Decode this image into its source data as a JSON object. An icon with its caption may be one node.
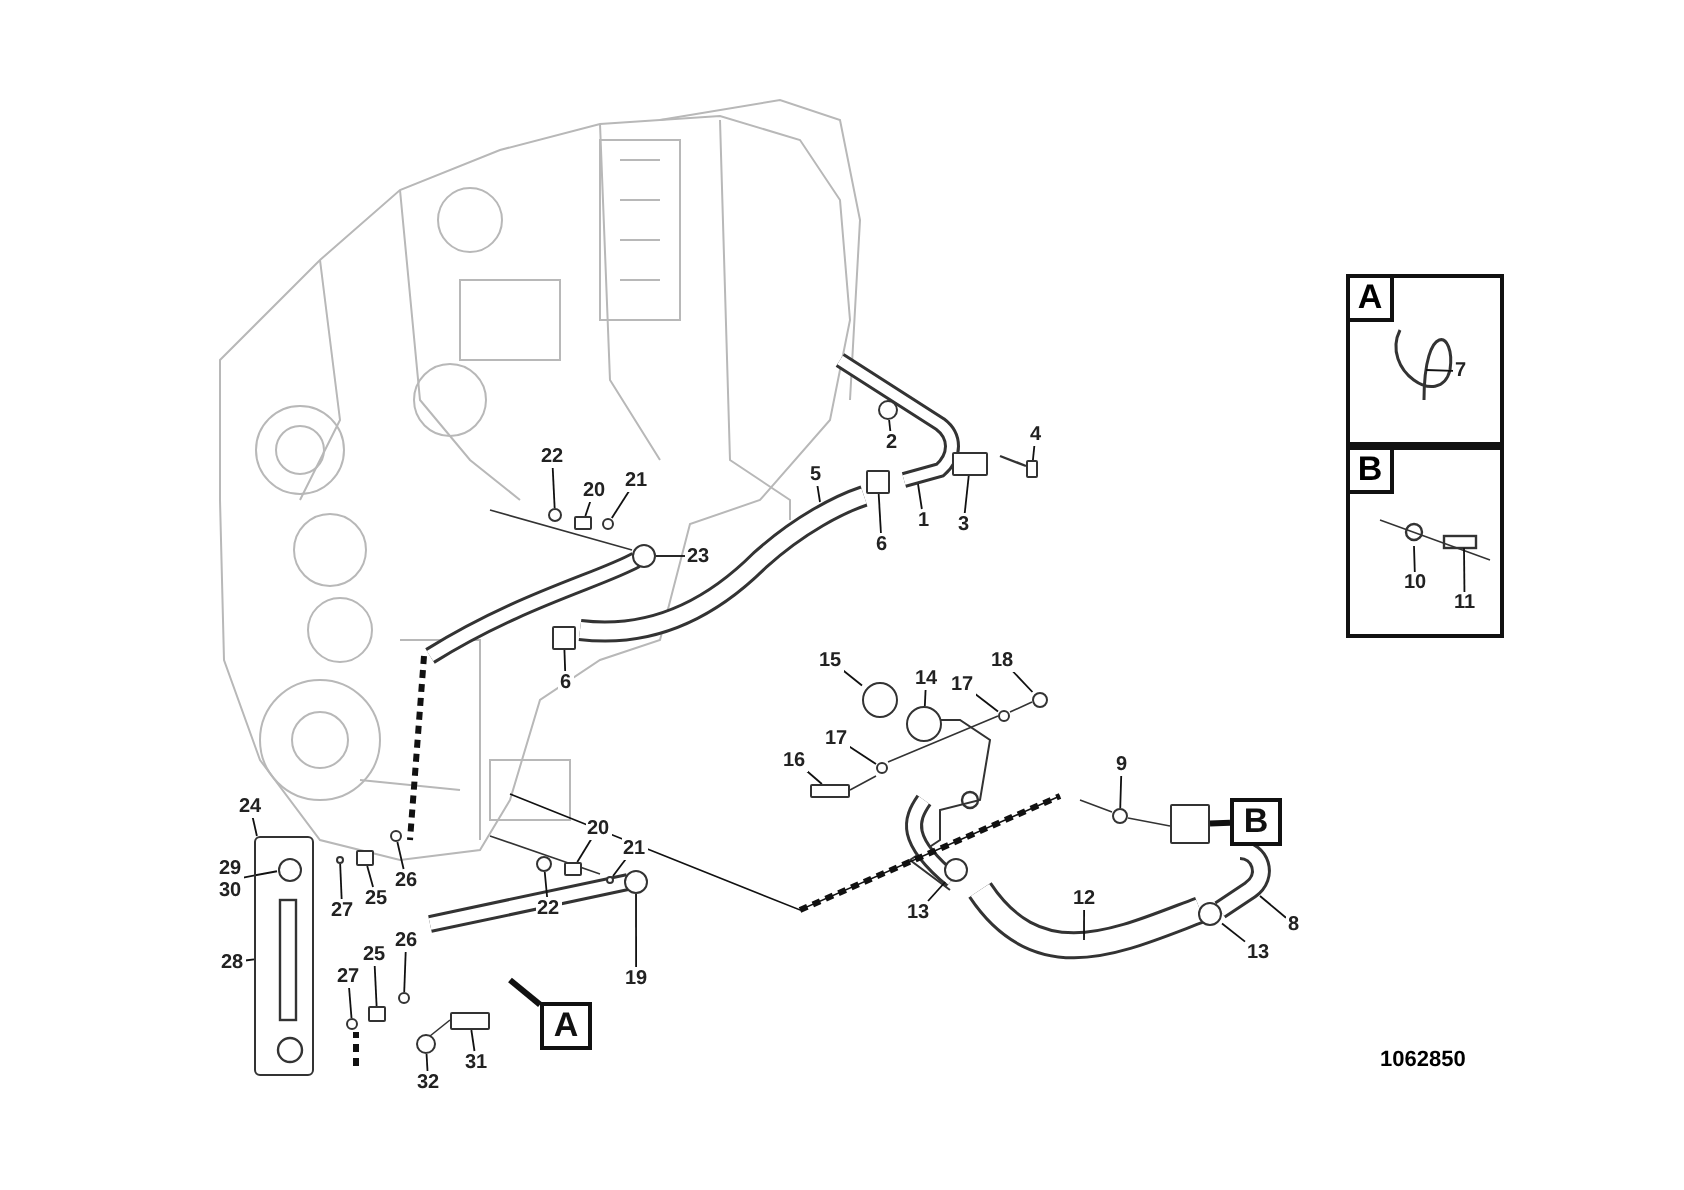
{
  "diagram": {
    "nodes": [
      {
        "text": [
          "A"
        ]
      },
      {
        "text": [
          "7"
        ],
        "in": 0
      },
      {
        "text": [
          "B"
        ]
      },
      {
        "text": [
          "10"
        ],
        "in": 2
      },
      {
        "text": [
          "11"
        ],
        "in": 2
      },
      {
        "text": [
          "22"
        ]
      },
      {
        "text": [
          "20"
        ]
      },
      {
        "text": [
          "21"
        ]
      },
      {
        "text": [
          "5"
        ]
      },
      {
        "text": [
          "2"
        ]
      },
      {
        "text": [
          "4"
        ]
      },
      {
        "text": [
          "1"
        ]
      },
      {
        "text": [
          "6"
        ]
      },
      {
        "text": [
          "3"
        ]
      },
      {
        "text": [
          "23"
        ]
      },
      {
        "text": [
          "6"
        ]
      },
      {
        "text": [
          "15"
        ]
      },
      {
        "text": [
          "14"
        ]
      },
      {
        "text": [
          "17"
        ]
      },
      {
        "text": [
          "18"
        ]
      },
      {
        "text": [
          "17"
        ]
      },
      {
        "text": [
          "16"
        ]
      },
      {
        "text": [
          "9"
        ]
      },
      {
        "text": [
          "B"
        ]
      },
      {
        "text": [
          "24"
        ]
      },
      {
        "text": [
          "29",
          "30"
        ]
      },
      {
        "text": [
          "26"
        ]
      },
      {
        "text": [
          "25"
        ]
      },
      {
        "text": [
          "27"
        ]
      },
      {
        "text": [
          "20"
        ]
      },
      {
        "text": [
          "21"
        ]
      },
      {
        "text": [
          "22"
        ]
      },
      {
        "text": [
          "13"
        ]
      },
      {
        "text": [
          "12"
        ]
      },
      {
        "text": [
          "8"
        ]
      },
      {
        "text": [
          "13"
        ]
      },
      {
        "text": [
          "28"
        ]
      },
      {
        "text": [
          "26"
        ]
      },
      {
        "text": [
          "25"
        ]
      },
      {
        "text": [
          "27"
        ]
      },
      {
        "text": [
          "19"
        ]
      },
      {
        "text": [
          "A"
        ]
      },
      {
        "text": [
          "31"
        ]
      },
      {
        "text": [
          "32"
        ]
      },
      {
        "text": [],
        "shape": "circle"
      },
      {
        "text": [],
        "shape": "circle"
      },
      {
        "text": [],
        "shape": "circle"
      },
      {
        "text": [],
        "shape": "box"
      },
      {
        "text": [],
        "shape": "box"
      },
      {
        "text": [],
        "shape": "box"
      },
      {
        "text": [],
        "shape": "circle"
      },
      {
        "text": [],
        "shape": "box"
      },
      {
        "text": [],
        "shape": "box"
      },
      {
        "text": [],
        "shape": "box"
      },
      {
        "text": [],
        "shape": "circle"
      },
      {
        "text": [],
        "shape": "box"
      },
      {
        "text": [],
        "shape": "circle"
      },
      {
        "text": [],
        "shape": "circle"
      },
      {
        "text": [],
        "shape": "circle"
      },
      {
        "text": [],
        "shape": "circle"
      },
      {
        "text": [],
        "shape": "box"
      },
      {
        "text": [],
        "shape": "circle"
      },
      {
        "text": [],
        "shape": "box"
      },
      {
        "text": [],
        "shape": "bar"
      },
      {
        "text": [],
        "shape": "circle",
        "in": 63
      },
      {
        "text": [],
        "shape": "circle"
      },
      {
        "text": [],
        "shape": "circle"
      },
      {
        "text": [],
        "shape": "box"
      },
      {
        "text": [],
        "shape": "circle"
      },
      {
        "text": [],
        "shape": "circle"
      },
      {
        "text": [],
        "shape": "circle"
      },
      {
        "text": [],
        "shape": "circle"
      },
      {
        "text": [],
        "shape": "circle"
      },
      {
        "text": [],
        "shape": "circle"
      },
      {
        "text": [],
        "shape": "circle"
      },
      {
        "text": [],
        "shape": "box"
      },
      {
        "text": [],
        "shape": "circle"
      }
    ],
    "edges": [
      {
        "from": 1,
        "to": null,
        "arrow": "none"
      },
      {
        "from": 3,
        "to": null,
        "arrow": "none"
      },
      {
        "from": 4,
        "to": null,
        "arrow": "none"
      },
      {
        "from": 5,
        "to": 44,
        "arrow": "none"
      },
      {
        "from": 6,
        "to": 49,
        "arrow": "none"
      },
      {
        "from": 7,
        "to": 45,
        "arrow": "none"
      },
      {
        "from": 8,
        "to": null,
        "arrow": "none"
      },
      {
        "from": 9,
        "to": 50,
        "arrow": "none"
      },
      {
        "from": 10,
        "to": 51,
        "arrow": "none"
      },
      {
        "from": 11,
        "to": null,
        "arrow": "none"
      },
      {
        "from": 12,
        "to": 52,
        "arrow": "none"
      },
      {
        "from": 13,
        "to": 53,
        "arrow": "none"
      },
      {
        "from": 14,
        "to": 54,
        "arrow": "none"
      },
      {
        "from": 15,
        "to": 55,
        "arrow": "none"
      },
      {
        "from": 16,
        "to": 46,
        "arrow": "none"
      },
      {
        "from": 17,
        "to": 56,
        "arrow": "none"
      },
      {
        "from": 18,
        "to": 57,
        "arrow": "none"
      },
      {
        "from": 19,
        "to": 58,
        "arrow": "none"
      },
      {
        "from": 20,
        "to": 59,
        "arrow": "none"
      },
      {
        "from": 21,
        "to": 60,
        "arrow": "none"
      },
      {
        "from": 22,
        "to": 61,
        "arrow": "none"
      },
      {
        "from": 23,
        "to": 62,
        "arrow": "none",
        "style": "thick"
      },
      {
        "from": 24,
        "to": 63,
        "arrow": "none"
      },
      {
        "from": 25,
        "to": 64,
        "arrow": "none"
      },
      {
        "from": 26,
        "to": 65,
        "arrow": "none"
      },
      {
        "from": 27,
        "to": 47,
        "arrow": "none"
      },
      {
        "from": 28,
        "to": 66,
        "arrow": "none"
      },
      {
        "from": 29,
        "to": 67,
        "arrow": "none"
      },
      {
        "from": 30,
        "to": 68,
        "arrow": "none"
      },
      {
        "from": 31,
        "to": 69,
        "arrow": "none"
      },
      {
        "from": 32,
        "to": 70,
        "arrow": "none"
      },
      {
        "from": 33,
        "to": null,
        "arrow": "none"
      },
      {
        "from": 34,
        "to": null,
        "arrow": "none"
      },
      {
        "from": 35,
        "to": 71,
        "arrow": "none"
      },
      {
        "from": 36,
        "to": 63,
        "arrow": "none"
      },
      {
        "from": 37,
        "to": 72,
        "arrow": "none"
      },
      {
        "from": 38,
        "to": 48,
        "arrow": "none"
      },
      {
        "from": 39,
        "to": 73,
        "arrow": "none"
      },
      {
        "from": 40,
        "to": 74,
        "arrow": "none"
      },
      {
        "from": 41,
        "to": null,
        "arrow": "none",
        "style": "thick"
      },
      {
        "from": 42,
        "to": 75,
        "arrow": "none"
      },
      {
        "from": 43,
        "to": 76,
        "arrow": "none"
      }
    ],
    "labels": [
      "1062850"
    ]
  }
}
